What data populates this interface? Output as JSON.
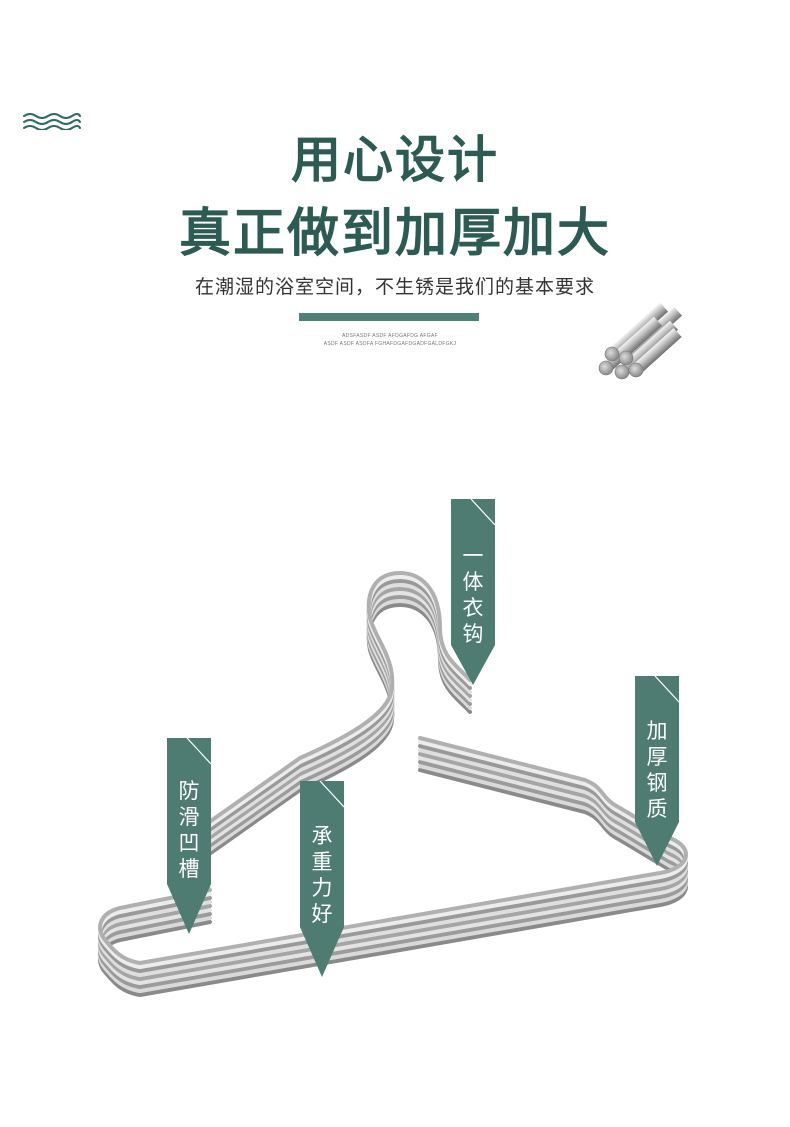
{
  "header": {
    "title_line1": "用心设计",
    "title_line2": "真正做到加厚加大",
    "subtitle": "在潮湿的浴室空间，不生锈是我们的基本要求",
    "small_line1": "ADSFASDF ASDF AFDGAFDG AFGAF",
    "small_line2": "ASDF ASDF ASDFA FGHAFDGAFDGADFGALDFGKJ"
  },
  "callouts": [
    {
      "id": "one-piece-hook",
      "chars": [
        "一",
        "体",
        "衣",
        "钩"
      ]
    },
    {
      "id": "thick-steel",
      "chars": [
        "加",
        "厚",
        "钢",
        "质"
      ]
    },
    {
      "id": "anti-slip-groove",
      "chars": [
        "防",
        "滑",
        "凹",
        "槽"
      ]
    },
    {
      "id": "load-bearing",
      "chars": [
        "承",
        "重",
        "力",
        "好"
      ]
    }
  ],
  "colors": {
    "brand": "#2b5b52",
    "callout": "#4e7c72",
    "rule": "#4e8179"
  },
  "icons": {
    "waves": "wave-lines-icon",
    "rods": "steel-rods-image",
    "hanger": "stainless-hanger-image"
  }
}
